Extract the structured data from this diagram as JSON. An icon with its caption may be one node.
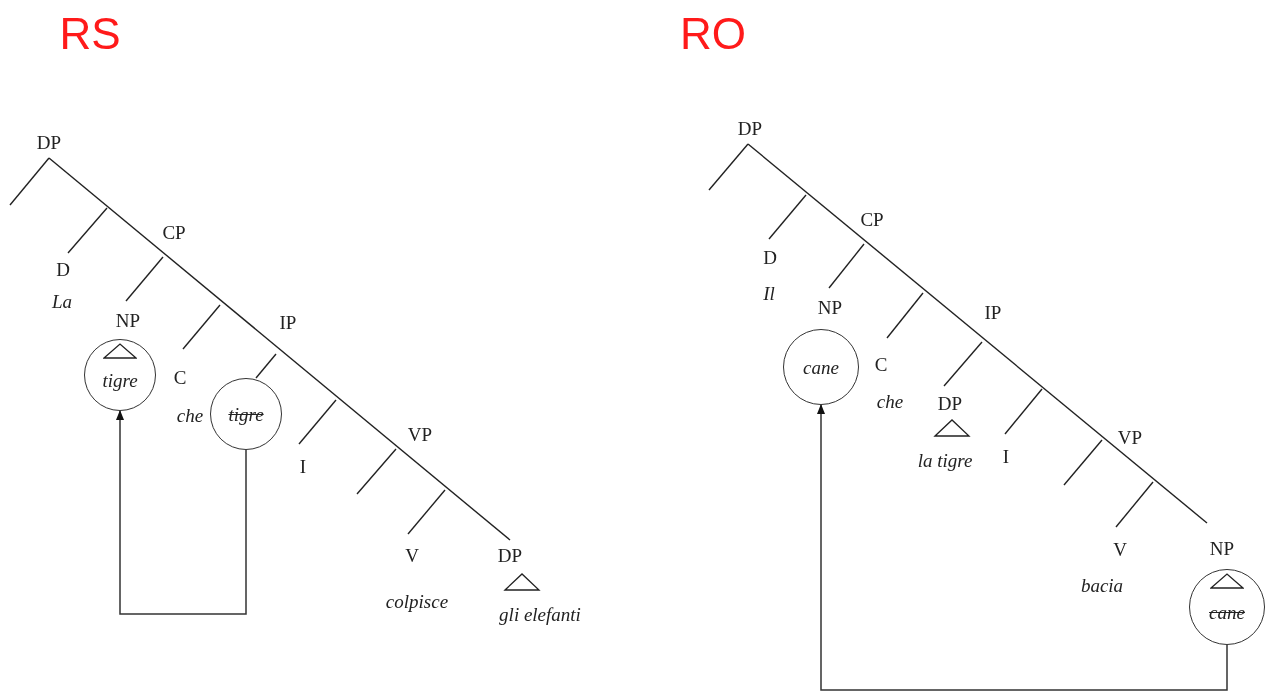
{
  "diagram": {
    "nodes": [
      {
        "text": [
          "tigre"
        ]
      },
      {
        "text": [
          "tigre"
        ]
      },
      {
        "text": [
          "cane"
        ]
      },
      {
        "text": [
          "cane"
        ]
      }
    ],
    "edges": [
      {
        "from": 1,
        "to": 0,
        "arrow": "to"
      },
      {
        "from": 3,
        "to": 2,
        "arrow": "to"
      }
    ],
    "labels": [
      "RS",
      "RO",
      "DP",
      "D",
      "CP",
      "La",
      "NP",
      "IP",
      "C",
      "che",
      "I",
      "VP",
      "V",
      "DP",
      "colpisce",
      "gli elefanti",
      "DP",
      "CP",
      "D",
      "Il",
      "NP",
      "IP",
      "C",
      "che",
      "DP",
      "I",
      "la tigre",
      "VP",
      "V",
      "NP",
      "bacia"
    ]
  }
}
